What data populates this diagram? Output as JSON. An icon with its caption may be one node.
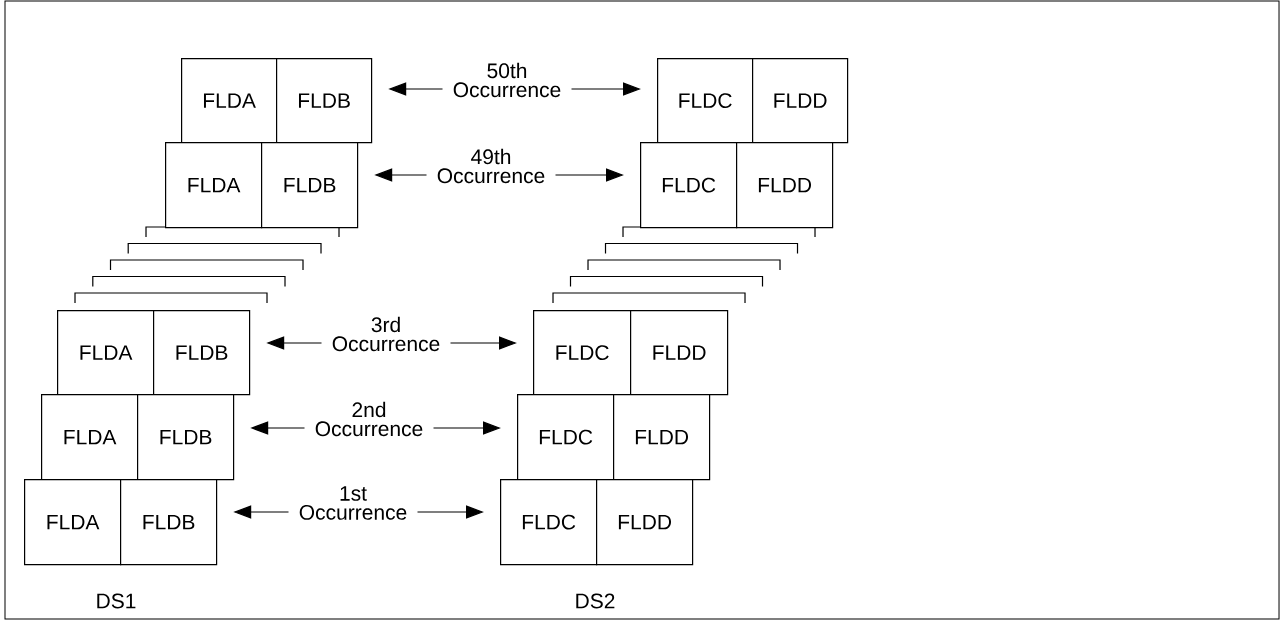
{
  "diagram": {
    "nodes": [
      {
        "text": [
          "FLDA"
        ]
      },
      {
        "text": [
          "FLDB"
        ]
      },
      {
        "text": [
          "FLDC"
        ]
      },
      {
        "text": [
          "FLDD"
        ]
      },
      {
        "text": [
          "FLDA"
        ]
      },
      {
        "text": [
          "FLDB"
        ]
      },
      {
        "text": [
          "FLDC"
        ]
      },
      {
        "text": [
          "FLDD"
        ]
      },
      {
        "text": [
          "FLDA"
        ]
      },
      {
        "text": [
          "FLDB"
        ]
      },
      {
        "text": [
          "FLDC"
        ]
      },
      {
        "text": [
          "FLDD"
        ]
      },
      {
        "text": [
          "FLDA"
        ]
      },
      {
        "text": [
          "FLDB"
        ]
      },
      {
        "text": [
          "FLDC"
        ]
      },
      {
        "text": [
          "FLDD"
        ]
      },
      {
        "text": [
          "FLDA"
        ]
      },
      {
        "text": [
          "FLDB"
        ]
      },
      {
        "text": [
          "FLDC"
        ]
      },
      {
        "text": [
          "FLDD"
        ]
      }
    ],
    "edges": [
      {
        "from": 1,
        "to": 2,
        "arrow": "both",
        "label": "50th Occurrence"
      },
      {
        "from": 5,
        "to": 6,
        "arrow": "both",
        "label": "49th Occurrence"
      },
      {
        "from": 9,
        "to": 10,
        "arrow": "both",
        "label": "3rd Occurrence"
      },
      {
        "from": 13,
        "to": 14,
        "arrow": "both",
        "label": "2nd Occurrence"
      },
      {
        "from": 17,
        "to": 18,
        "arrow": "both",
        "label": "1st Occurrence"
      }
    ],
    "labels": [
      "DS1",
      "DS2"
    ]
  }
}
